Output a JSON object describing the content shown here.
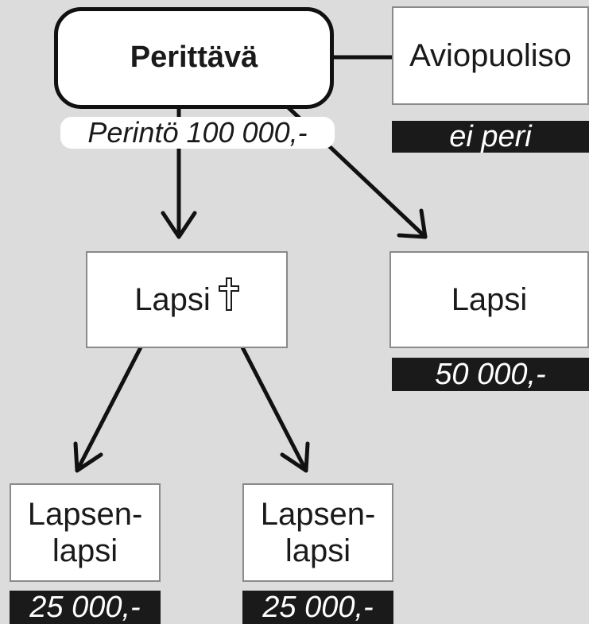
{
  "root": {
    "label": "Perittävä",
    "inheritance": "Perintö 100 000,-"
  },
  "spouse": {
    "label": "Aviopuoliso",
    "share": "ei peri"
  },
  "deceased_child": {
    "label": "Lapsi",
    "marker_icon": "cross-icon"
  },
  "living_child": {
    "label": "Lapsi",
    "share": "50 000,-"
  },
  "grandchildren": [
    {
      "line1": "Lapsen-",
      "line2": "lapsi",
      "share": "25 000,-"
    },
    {
      "line1": "Lapsen-",
      "line2": "lapsi",
      "share": "25 000,-"
    }
  ],
  "colors": {
    "background": "#dcdcdc",
    "box_fill": "#ffffff",
    "tag_fill": "#1a1a1a",
    "tag_text": "#ffffff",
    "line": "#111111"
  }
}
